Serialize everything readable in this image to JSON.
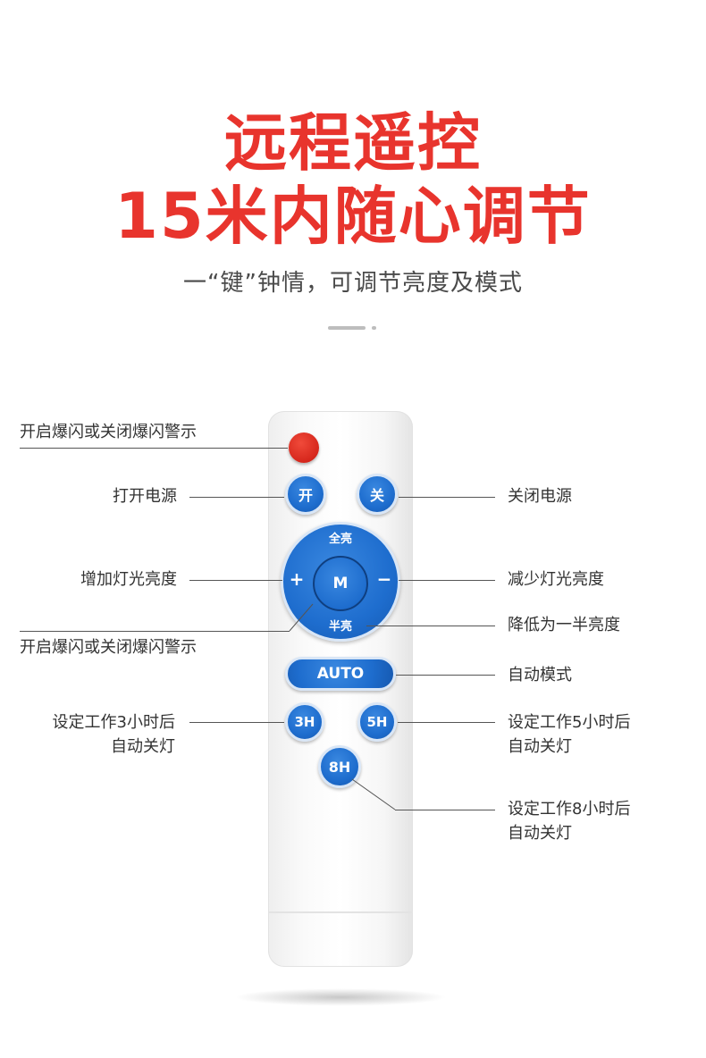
{
  "header": {
    "title_line1": "远程遥控",
    "title_line2": "15米内随心调节",
    "subtitle": "一“键”钟情，可调节亮度及模式"
  },
  "remote": {
    "on_button": "开",
    "off_button": "关",
    "dpad_top": "全亮",
    "dpad_bottom": "半亮",
    "dpad_center": "M",
    "dpad_left": "+",
    "dpad_right": "−",
    "auto_button": "AUTO",
    "timer_3h": "3H",
    "timer_5h": "5H",
    "timer_8h": "8H"
  },
  "annotations": {
    "flash_top": "开启爆闪或关闭爆闪警示",
    "power_on": "打开电源",
    "power_off": "关闭电源",
    "increase_brightness": "增加灯光亮度",
    "decrease_brightness": "减少灯光亮度",
    "half_brightness": "降低为一半亮度",
    "flash_bottom": "开启爆闪或关闭爆闪警示",
    "auto_mode": "自动模式",
    "timer_3h_line1": "设定工作3小时后",
    "timer_3h_line2": "自动关灯",
    "timer_5h_line1": "设定工作5小时后",
    "timer_5h_line2": "自动关灯",
    "timer_8h_line1": "设定工作8小时后",
    "timer_8h_line2": "自动关灯"
  },
  "colors": {
    "title": "#e8342d",
    "button_blue": "#1e6dce",
    "button_red": "#d6271c"
  }
}
